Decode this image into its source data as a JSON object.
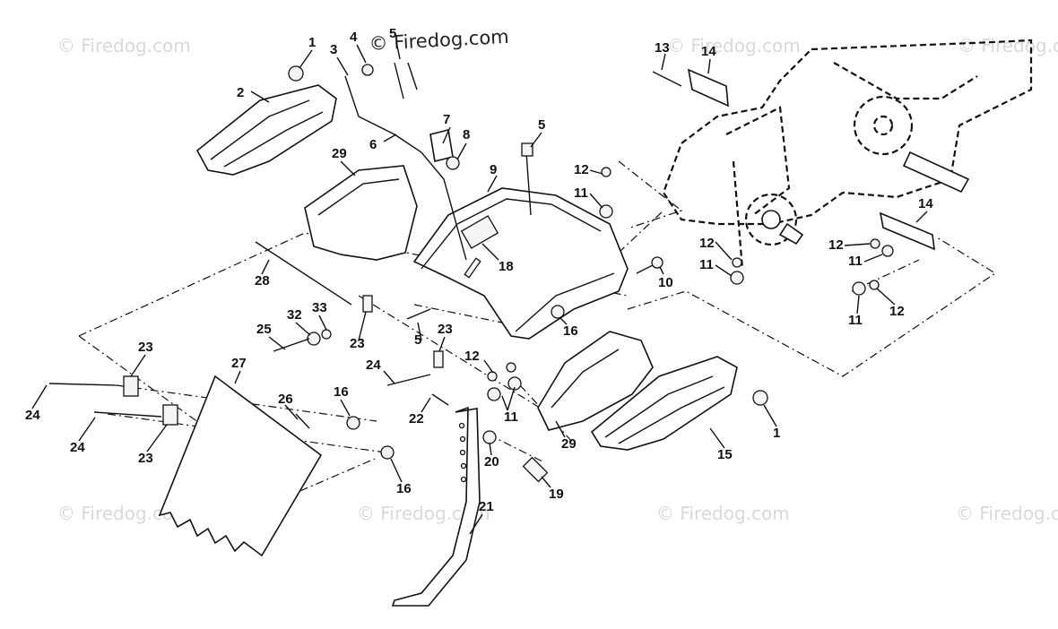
{
  "watermark": {
    "brand_text": "© Firedog.com",
    "dark_text": "© Firedog.com"
  },
  "callouts": [
    "1",
    "2",
    "3",
    "4",
    "5",
    "6",
    "7",
    "8",
    "9",
    "5",
    "12",
    "11",
    "13",
    "14",
    "29",
    "18",
    "28",
    "33",
    "32",
    "23",
    "25",
    "5",
    "10",
    "12",
    "11",
    "14",
    "12",
    "11",
    "11",
    "12",
    "16",
    "23",
    "23",
    "24",
    "12",
    "11",
    "24",
    "27",
    "26",
    "16",
    "22",
    "24",
    "23",
    "16",
    "20",
    "29",
    "15",
    "1",
    "19",
    "21"
  ],
  "colors": {
    "line": "#111111",
    "watermark": "#d9d9d9",
    "background": "#ffffff"
  }
}
